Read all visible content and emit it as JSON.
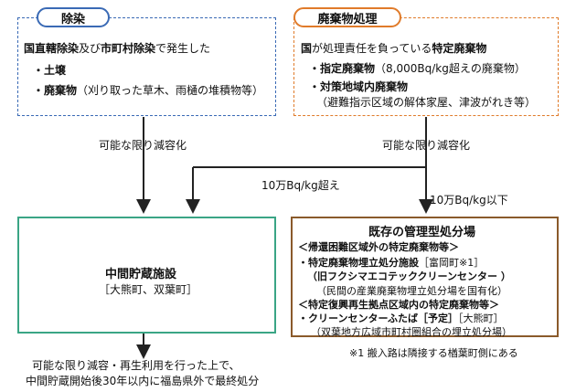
{
  "colors": {
    "decon_accent": "#3a6ab5",
    "waste_accent": "#e07b2a",
    "storage_accent": "#3aa585",
    "disposal_accent": "#8a5a2b"
  },
  "decontamination": {
    "title": "除染",
    "line1_bold_a": "国直轄除染",
    "line1_mid": "及び",
    "line1_bold_b": "市町村除染",
    "line1_tail": "で発生した",
    "item1": "・土壌",
    "item2_bold": "・廃棄物",
    "item2_tail": "（刈り取った草木、雨樋の堆積物等）"
  },
  "waste": {
    "title": "廃棄物処理",
    "line1_bold_a": "国",
    "line1_mid": "が処理責任を負っている",
    "line1_bold_b": "特定廃棄物",
    "item1_bold": "・指定廃棄物",
    "item1_tail": "（8,000Bq/kg超えの廃棄物）",
    "item2_bold": "・対策地域内廃棄物",
    "item2_sub": "（避難指示区域の解体家屋、津波がれき等）"
  },
  "flow": {
    "left_reduce": "可能な限り減容化",
    "right_reduce": "可能な限り減容化",
    "over_label": "10万Bq/kg超え",
    "under_label": "10万Bq/kg以下"
  },
  "storage": {
    "title": "中間貯蔵施設",
    "location": "［大熊町、双葉町］",
    "bottom_line1": "可能な限り減容・再生利用を行った上で、",
    "bottom_line2": "中間貯蔵開始後30年以内に福島県外で最終処分"
  },
  "disposal": {
    "title": "既存の管理型処分場",
    "sec1": "＜帰還困難区域外の特定廃棄物等＞",
    "fac1_bold": "・特定廃棄物埋立処分施設",
    "fac1_tail": "［富岡町※1］",
    "fac1_name": "（旧フクシマエコテッククリーンセンター ）",
    "fac1_note": "（民間の産業廃棄物埋立処分場を国有化）",
    "sec2": "＜特定復興再生拠点区域内の特定廃棄物等＞",
    "fac2_bold": "・クリーンセンターふたば［予定］",
    "fac2_tail": "［大熊町］",
    "fac2_note": "（双葉地方広域市町村圏組合の埋立処分場）",
    "footnote": "※1 搬入路は隣接する楢葉町側にある"
  }
}
